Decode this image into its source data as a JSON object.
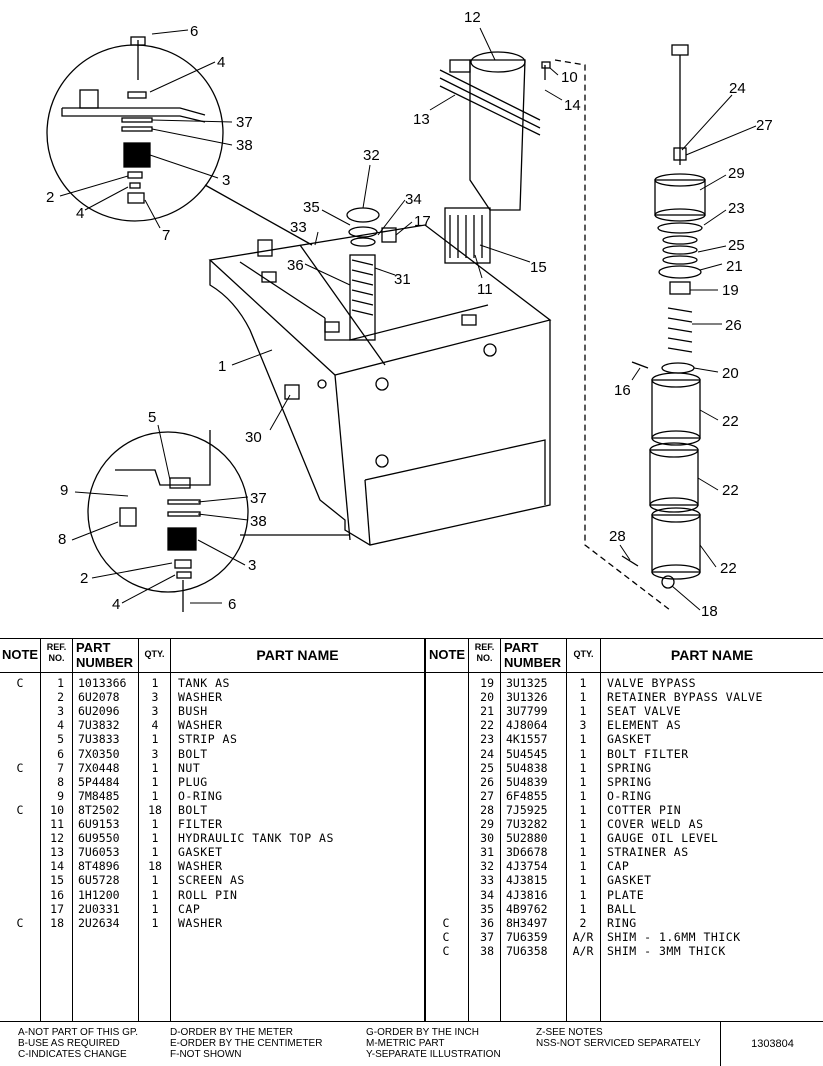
{
  "callouts": {
    "c1": "1",
    "c2a": "2",
    "c2b": "2",
    "c3a": "3",
    "c3b": "3",
    "c4a": "4",
    "c4b": "4",
    "c4c": "4",
    "c5": "5",
    "c6a": "6",
    "c6b": "6",
    "c7": "7",
    "c8": "8",
    "c9": "9",
    "c10": "10",
    "c11": "11",
    "c12": "12",
    "c13": "13",
    "c14": "14",
    "c15": "15",
    "c16": "16",
    "c17": "17",
    "c18": "18",
    "c19": "19",
    "c20": "20",
    "c21": "21",
    "c22a": "22",
    "c22b": "22",
    "c22c": "22",
    "c23": "23",
    "c24": "24",
    "c25": "25",
    "c26": "26",
    "c27": "27",
    "c28": "28",
    "c29": "29",
    "c30": "30",
    "c31": "31",
    "c32": "32",
    "c33": "33",
    "c34": "34",
    "c35": "35",
    "c36": "36",
    "c37a": "37",
    "c37b": "37",
    "c38a": "38",
    "c38b": "38"
  },
  "table": {
    "headers": {
      "note": "NOTE",
      "ref_1": "REF.",
      "ref_2": "NO.",
      "part_1": "PART",
      "part_2": "NUMBER",
      "qty": "QTY.",
      "name": "PART NAME"
    },
    "left_rows": [
      {
        "note": "C",
        "ref": "1",
        "number": "1013366",
        "qty": "1",
        "name": "TANK AS"
      },
      {
        "note": "",
        "ref": "2",
        "number": "6U2078",
        "qty": "3",
        "name": "WASHER"
      },
      {
        "note": "",
        "ref": "3",
        "number": "6U2096",
        "qty": "3",
        "name": "BUSH"
      },
      {
        "note": "",
        "ref": "4",
        "number": "7U3832",
        "qty": "4",
        "name": "WASHER"
      },
      {
        "note": "",
        "ref": "5",
        "number": "7U3833",
        "qty": "1",
        "name": "STRIP AS"
      },
      {
        "note": "",
        "ref": "6",
        "number": "7X0350",
        "qty": "3",
        "name": "BOLT"
      },
      {
        "note": "C",
        "ref": "7",
        "number": "7X0448",
        "qty": "1",
        "name": "NUT"
      },
      {
        "note": "",
        "ref": "8",
        "number": "5P4484",
        "qty": "1",
        "name": "PLUG"
      },
      {
        "note": "",
        "ref": "9",
        "number": "7M8485",
        "qty": "1",
        "name": "O-RING"
      },
      {
        "note": "C",
        "ref": "10",
        "number": "8T2502",
        "qty": "18",
        "name": "BOLT"
      },
      {
        "note": "",
        "ref": "11",
        "number": "6U9153",
        "qty": "1",
        "name": "FILTER"
      },
      {
        "note": "",
        "ref": "12",
        "number": "6U9550",
        "qty": "1",
        "name": "HYDRAULIC TANK TOP AS"
      },
      {
        "note": "",
        "ref": "13",
        "number": "7U6053",
        "qty": "1",
        "name": "GASKET"
      },
      {
        "note": "",
        "ref": "14",
        "number": "8T4896",
        "qty": "18",
        "name": "WASHER"
      },
      {
        "note": "",
        "ref": "15",
        "number": "6U5728",
        "qty": "1",
        "name": "SCREEN AS"
      },
      {
        "note": "",
        "ref": "16",
        "number": "1H1200",
        "qty": "1",
        "name": "ROLL PIN"
      },
      {
        "note": "",
        "ref": "17",
        "number": "2U0331",
        "qty": "1",
        "name": "CAP"
      },
      {
        "note": "C",
        "ref": "18",
        "number": "2U2634",
        "qty": "1",
        "name": "WASHER"
      }
    ],
    "right_rows": [
      {
        "note": "",
        "ref": "19",
        "number": "3U1325",
        "qty": "1",
        "name": "VALVE BYPASS"
      },
      {
        "note": "",
        "ref": "20",
        "number": "3U1326",
        "qty": "1",
        "name": "RETAINER BYPASS VALVE"
      },
      {
        "note": "",
        "ref": "21",
        "number": "3U7799",
        "qty": "1",
        "name": "SEAT VALVE"
      },
      {
        "note": "",
        "ref": "22",
        "number": "4J8064",
        "qty": "3",
        "name": "ELEMENT AS"
      },
      {
        "note": "",
        "ref": "23",
        "number": "4K1557",
        "qty": "1",
        "name": "GASKET"
      },
      {
        "note": "",
        "ref": "24",
        "number": "5U4545",
        "qty": "1",
        "name": "BOLT FILTER"
      },
      {
        "note": "",
        "ref": "25",
        "number": "5U4838",
        "qty": "1",
        "name": "SPRING"
      },
      {
        "note": "",
        "ref": "26",
        "number": "5U4839",
        "qty": "1",
        "name": "SPRING"
      },
      {
        "note": "",
        "ref": "27",
        "number": "6F4855",
        "qty": "1",
        "name": "O-RING"
      },
      {
        "note": "",
        "ref": "28",
        "number": "7J5925",
        "qty": "1",
        "name": "COTTER PIN"
      },
      {
        "note": "",
        "ref": "29",
        "number": "7U3282",
        "qty": "1",
        "name": "COVER WELD AS"
      },
      {
        "note": "",
        "ref": "30",
        "number": "5U2880",
        "qty": "1",
        "name": "GAUGE OIL LEVEL"
      },
      {
        "note": "",
        "ref": "31",
        "number": "3D6678",
        "qty": "1",
        "name": "STRAINER AS"
      },
      {
        "note": "",
        "ref": "32",
        "number": "4J3754",
        "qty": "1",
        "name": "CAP"
      },
      {
        "note": "",
        "ref": "33",
        "number": "4J3815",
        "qty": "1",
        "name": "GASKET"
      },
      {
        "note": "",
        "ref": "34",
        "number": "4J3816",
        "qty": "1",
        "name": "PLATE"
      },
      {
        "note": "",
        "ref": "35",
        "number": "4B9762",
        "qty": "1",
        "name": "BALL"
      },
      {
        "note": "C",
        "ref": "36",
        "number": "8H3497",
        "qty": "2",
        "name": "RING"
      },
      {
        "note": "C",
        "ref": "37",
        "number": "7U6359",
        "qty": "A/R",
        "name": "SHIM - 1.6MM THICK"
      },
      {
        "note": "C",
        "ref": "38",
        "number": "7U6358",
        "qty": "A/R",
        "name": "SHIM - 3MM THICK"
      }
    ]
  },
  "footer": {
    "legend_a": "A-NOT PART OF THIS GP.",
    "legend_b": "B-USE AS REQUIRED",
    "legend_c": "C-INDICATES CHANGE",
    "legend_d": "D-ORDER BY THE METER",
    "legend_e": "E-ORDER BY THE CENTIMETER",
    "legend_f": "F-NOT SHOWN",
    "legend_g": "G-ORDER BY THE INCH",
    "legend_m": "M-METRIC PART",
    "legend_y": "Y-SEPARATE ILLUSTRATION",
    "legend_z": "Z-SEE NOTES",
    "legend_nss": "NSS-NOT SERVICED SEPARATELY",
    "doc_number": "1303804"
  }
}
